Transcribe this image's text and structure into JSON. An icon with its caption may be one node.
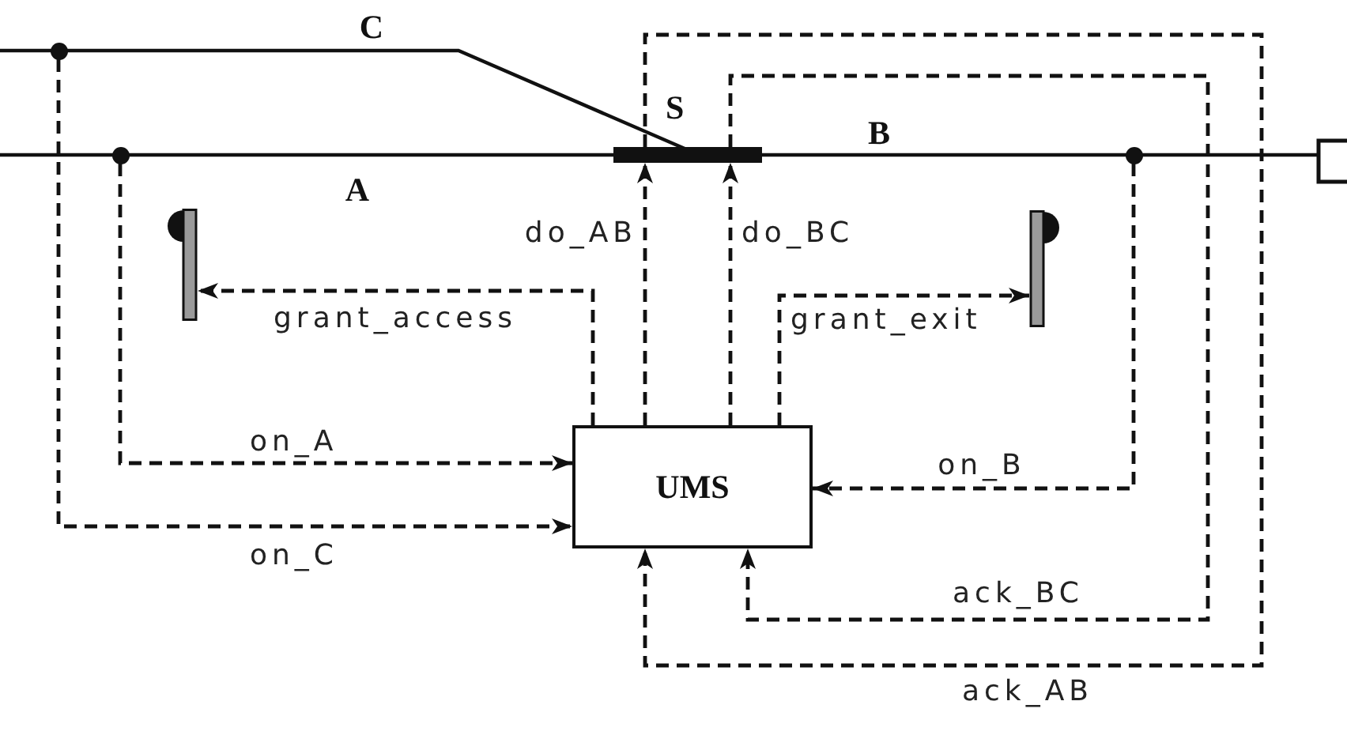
{
  "diagram": {
    "nodes": [
      {
        "text": [],
        "shape": "circle"
      },
      {
        "text": [],
        "shape": "circle"
      },
      {
        "text": [
          "S"
        ]
      },
      {
        "text": [],
        "shape": "circle"
      },
      {
        "text": [],
        "shape": "picture"
      },
      {
        "text": [],
        "shape": "picture"
      },
      {
        "text": [
          "UMS"
        ]
      }
    ],
    "edges": [
      {
        "from": 0,
        "to": 6,
        "arrow": "to",
        "style": "dashed",
        "label": "on_C"
      },
      {
        "from": 1,
        "to": 6,
        "arrow": "to",
        "style": "dashed",
        "label": "on_A"
      },
      {
        "from": 6,
        "to": 4,
        "arrow": "to",
        "style": "dashed",
        "label": "grant_access"
      },
      {
        "from": 6,
        "to": 2,
        "arrow": "to",
        "style": "dashed",
        "label": "do_AB"
      },
      {
        "from": 6,
        "to": 2,
        "arrow": "to",
        "style": "dashed",
        "label": "do_BC"
      },
      {
        "from": 6,
        "to": 5,
        "arrow": "to",
        "style": "dashed",
        "label": "grant_exit"
      },
      {
        "from": 3,
        "to": 6,
        "arrow": "to",
        "style": "dashed",
        "label": "on_B"
      },
      {
        "from": 2,
        "to": 6,
        "arrow": "to",
        "style": "dashed",
        "label": "ack_BC"
      },
      {
        "from": 2,
        "to": 6,
        "arrow": "to",
        "style": "dashed",
        "label": "ack_AB"
      }
    ],
    "labels": [
      "C",
      "B",
      "A"
    ]
  }
}
